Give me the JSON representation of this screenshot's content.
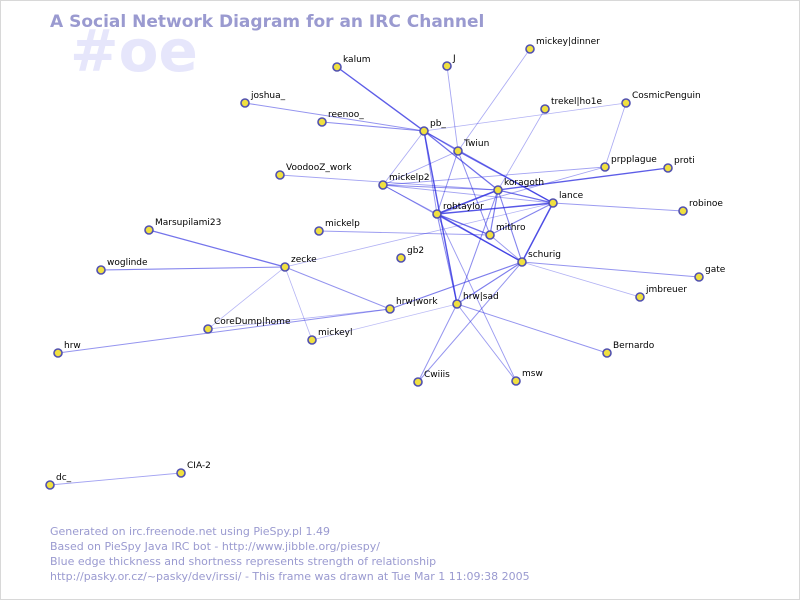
{
  "header": {
    "title": "A Social Network Diagram for an IRC Channel",
    "channel": "#oe"
  },
  "colors": {
    "node_fill": "#f0e040",
    "node_stroke": "#5050b0",
    "edge": "#2a2ae0",
    "title": "#9a9ad0",
    "channel_watermark": "#e6e6fb",
    "footer": "#9a9ad0"
  },
  "nodes": [
    {
      "id": "kalum",
      "label": "kalum"
    },
    {
      "id": "J",
      "label": "J"
    },
    {
      "id": "mickey_dinner",
      "label": "mickey|dinner"
    },
    {
      "id": "joshua_",
      "label": "joshua_"
    },
    {
      "id": "reenoo_",
      "label": "reenoo_"
    },
    {
      "id": "pb_",
      "label": "pb_"
    },
    {
      "id": "trekel_ho1e",
      "label": "trekel|ho1e"
    },
    {
      "id": "CosmicPenguin",
      "label": "CosmicPenguin"
    },
    {
      "id": "Twiun",
      "label": "Twiun"
    },
    {
      "id": "prpplague",
      "label": "prpplague"
    },
    {
      "id": "proti",
      "label": "proti"
    },
    {
      "id": "VoodooZ_work",
      "label": "VoodooZ_work"
    },
    {
      "id": "mickelp2",
      "label": "mickelp2"
    },
    {
      "id": "koragoth",
      "label": "koragoth"
    },
    {
      "id": "lance",
      "label": "lance"
    },
    {
      "id": "robinoe",
      "label": "robinoe"
    },
    {
      "id": "robtaylor",
      "label": "robtaylor"
    },
    {
      "id": "Marsupilami23",
      "label": "Marsupilami23"
    },
    {
      "id": "mickelp",
      "label": "mickelp"
    },
    {
      "id": "mithro",
      "label": "mithro"
    },
    {
      "id": "gb2",
      "label": "gb2"
    },
    {
      "id": "schurig",
      "label": "schurig"
    },
    {
      "id": "woglinde",
      "label": "woglinde"
    },
    {
      "id": "zecke",
      "label": "zecke"
    },
    {
      "id": "gate",
      "label": "gate"
    },
    {
      "id": "jmbreuer",
      "label": "jmbreuer"
    },
    {
      "id": "hrw_work",
      "label": "hrw|work"
    },
    {
      "id": "hrw_sad",
      "label": "hrw|sad"
    },
    {
      "id": "CoreDump_home",
      "label": "CoreDump|home"
    },
    {
      "id": "mickeyl",
      "label": "mickeyl"
    },
    {
      "id": "hrw",
      "label": "hrw"
    },
    {
      "id": "Bernardo",
      "label": "Bernardo"
    },
    {
      "id": "Cwiiis",
      "label": "Cwiiis"
    },
    {
      "id": "msw",
      "label": "msw"
    },
    {
      "id": "CIA-2",
      "label": "CIA-2"
    },
    {
      "id": "dc_",
      "label": "dc_"
    }
  ],
  "edges": [
    {
      "from": "joshua_",
      "to": "pb_",
      "strength": 0.45
    },
    {
      "from": "kalum",
      "to": "pb_",
      "strength": 0.8
    },
    {
      "from": "J",
      "to": "Twiun",
      "strength": 0.35
    },
    {
      "from": "mickey_dinner",
      "to": "Twiun",
      "strength": 0.3
    },
    {
      "from": "reenoo_",
      "to": "pb_",
      "strength": 0.5
    },
    {
      "from": "pb_",
      "to": "CosmicPenguin",
      "strength": 0.25
    },
    {
      "from": "pb_",
      "to": "Twiun",
      "strength": 0.6
    },
    {
      "from": "pb_",
      "to": "koragoth",
      "strength": 0.7
    },
    {
      "from": "pb_",
      "to": "robtaylor",
      "strength": 0.4
    },
    {
      "from": "pb_",
      "to": "hrw_sad",
      "strength": 0.85
    },
    {
      "from": "pb_",
      "to": "mickelp2",
      "strength": 0.3
    },
    {
      "from": "pb_",
      "to": "lance",
      "strength": 0.5
    },
    {
      "from": "Twiun",
      "to": "lance",
      "strength": 0.75
    },
    {
      "from": "Twiun",
      "to": "robtaylor",
      "strength": 0.45
    },
    {
      "from": "Twiun",
      "to": "mithro",
      "strength": 0.5
    },
    {
      "from": "Twiun",
      "to": "mickelp2",
      "strength": 0.35
    },
    {
      "from": "trekel_ho1e",
      "to": "koragoth",
      "strength": 0.3
    },
    {
      "from": "CosmicPenguin",
      "to": "prpplague",
      "strength": 0.3
    },
    {
      "from": "prpplague",
      "to": "robtaylor",
      "strength": 0.35
    },
    {
      "from": "prpplague",
      "to": "mickelp2",
      "strength": 0.35
    },
    {
      "from": "proti",
      "to": "koragoth",
      "strength": 0.8
    },
    {
      "from": "VoodooZ_work",
      "to": "koragoth",
      "strength": 0.35
    },
    {
      "from": "mickelp2",
      "to": "koragoth",
      "strength": 0.5
    },
    {
      "from": "mickelp2",
      "to": "robtaylor",
      "strength": 0.4
    },
    {
      "from": "mickelp2",
      "to": "schurig",
      "strength": 0.45
    },
    {
      "from": "mickelp2",
      "to": "lance",
      "strength": 0.35
    },
    {
      "from": "koragoth",
      "to": "robtaylor",
      "strength": 0.9
    },
    {
      "from": "koragoth",
      "to": "lance",
      "strength": 0.7
    },
    {
      "from": "koragoth",
      "to": "mithro",
      "strength": 0.6
    },
    {
      "from": "koragoth",
      "to": "schurig",
      "strength": 0.55
    },
    {
      "from": "koragoth",
      "to": "hrw_sad",
      "strength": 0.5
    },
    {
      "from": "lance",
      "to": "robinoe",
      "strength": 0.4
    },
    {
      "from": "lance",
      "to": "robtaylor",
      "strength": 0.85
    },
    {
      "from": "lance",
      "to": "schurig",
      "strength": 0.9
    },
    {
      "from": "lance",
      "to": "mithro",
      "strength": 0.55
    },
    {
      "from": "lance",
      "to": "zecke",
      "strength": 0.25
    },
    {
      "from": "robtaylor",
      "to": "mithro",
      "strength": 0.7
    },
    {
      "from": "robtaylor",
      "to": "schurig",
      "strength": 0.85
    },
    {
      "from": "robtaylor",
      "to": "hrw_sad",
      "strength": 0.5
    },
    {
      "from": "robtaylor",
      "to": "msw",
      "strength": 0.4
    },
    {
      "from": "mickelp",
      "to": "mithro",
      "strength": 0.4
    },
    {
      "from": "mithro",
      "to": "schurig",
      "strength": 0.4
    },
    {
      "from": "schurig",
      "to": "gate",
      "strength": 0.45
    },
    {
      "from": "schurig",
      "to": "jmbreuer",
      "strength": 0.25
    },
    {
      "from": "schurig",
      "to": "hrw_work",
      "strength": 0.6
    },
    {
      "from": "schurig",
      "to": "Cwiiis",
      "strength": 0.45
    },
    {
      "from": "schurig",
      "to": "hrw_sad",
      "strength": 0.6
    },
    {
      "from": "Marsupilami23",
      "to": "zecke",
      "strength": 0.65
    },
    {
      "from": "woglinde",
      "to": "zecke",
      "strength": 0.55
    },
    {
      "from": "zecke",
      "to": "hrw_work",
      "strength": 0.45
    },
    {
      "from": "zecke",
      "to": "CoreDump_home",
      "strength": 0.25
    },
    {
      "from": "zecke",
      "to": "mickeyl",
      "strength": 0.25
    },
    {
      "from": "hrw",
      "to": "hrw_work",
      "strength": 0.45
    },
    {
      "from": "hrw_work",
      "to": "CoreDump_home",
      "strength": 0.25
    },
    {
      "from": "mickeyl",
      "to": "hrw_sad",
      "strength": 0.2
    },
    {
      "from": "hrw_sad",
      "to": "Bernardo",
      "strength": 0.45
    },
    {
      "from": "hrw_sad",
      "to": "msw",
      "strength": 0.4
    },
    {
      "from": "hrw_sad",
      "to": "Cwiiis",
      "strength": 0.45
    },
    {
      "from": "dc_",
      "to": "CIA-2",
      "strength": 0.35
    }
  ],
  "footer": {
    "line1": "Generated on irc.freenode.net using PieSpy.pl 1.49",
    "line2": "Based on PieSpy Java IRC bot - http://www.jibble.org/piespy/",
    "line3": "Blue edge thickness and shortness represents strength of relationship",
    "line4": "http://pasky.or.cz/~pasky/dev/irssi/ - This frame was drawn at Tue Mar  1 11:09:38 2005"
  }
}
